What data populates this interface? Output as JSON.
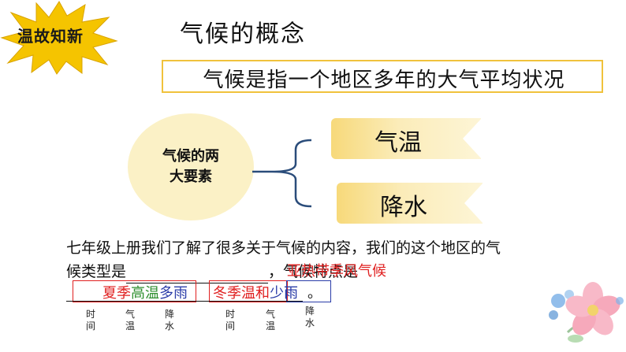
{
  "badge": {
    "label": "温故知新"
  },
  "title": "气候的概念",
  "definition": "气候是指一个地区多年的大气平均状况",
  "elements": {
    "label_line1": "气候的两",
    "label_line2": "大要素",
    "items": [
      "气温",
      "降水"
    ]
  },
  "paragraph": {
    "line1": "七年级上册我们了解了很多关于气候的内容，我们的这个地区的气",
    "line2_prefix": "候类型是",
    "line2_mid": "，气候特点是",
    "red_overlay": "亚热带季风气候",
    "summer_parts": [
      "夏季",
      "高温",
      "多雨"
    ],
    "winter_parts": [
      "冬季",
      "温和",
      "少雨"
    ],
    "period": "。"
  },
  "annotations": {
    "summer": [
      "时间",
      "气温",
      "降水"
    ],
    "winter": [
      "时间",
      "气温",
      "降水"
    ]
  },
  "colors": {
    "accent_yellow": "#f0c23c",
    "red": "#e02020",
    "green": "#2f8f2f",
    "blue": "#2a3ca8"
  }
}
